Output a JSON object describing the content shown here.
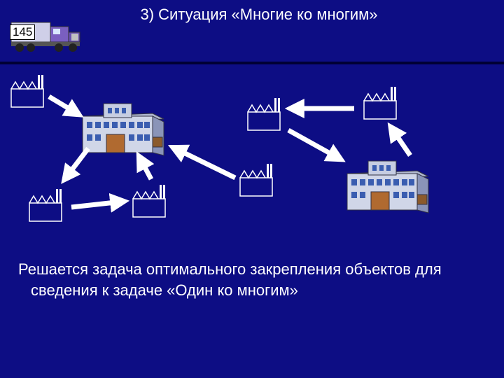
{
  "slide": {
    "number": "145",
    "title": "3) Ситуация «Многие ко многим»",
    "body_text": "Решается задача оптимального закрепления объектов для сведения к задаче «Один ко многим»"
  },
  "icons": {
    "truck": "truck-icon",
    "factory": "factory-icon",
    "warehouse": "warehouse-building-icon",
    "arrow": "arrow-icon"
  },
  "colors": {
    "background": "#0d0d84",
    "arrow": "#ffffff",
    "title_text": "#ffffff"
  }
}
